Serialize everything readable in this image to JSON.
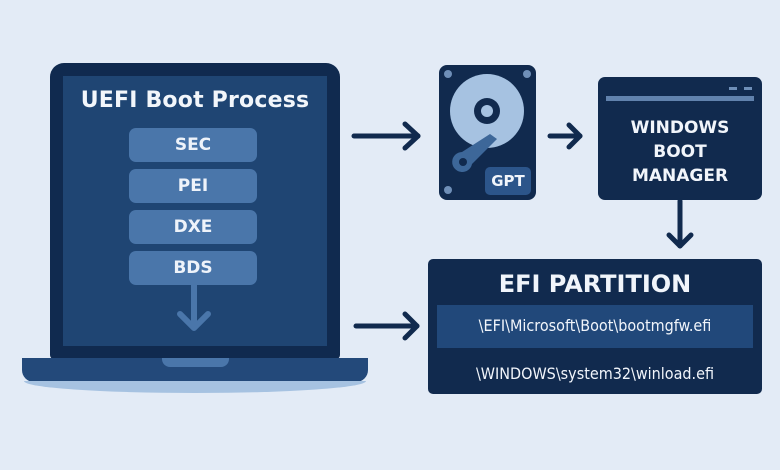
{
  "laptop": {
    "title": "UEFI Boot Process",
    "stages": [
      "SEC",
      "PEI",
      "DXE",
      "BDS"
    ]
  },
  "disk": {
    "label": "GPT",
    "icon": "hard-disk-icon"
  },
  "boot_manager": {
    "lines": [
      "WINDOWS",
      "BOOT",
      "MANAGER"
    ]
  },
  "efi_partition": {
    "title": "EFI PARTITION",
    "paths": [
      "\\EFI\\Microsoft\\Boot\\bootmgfw.efi",
      "\\WINDOWS\\system32\\winload.efi"
    ]
  },
  "colors": {
    "background": "#e3ebf6",
    "navy": "#112a4e",
    "screen": "#1f4573",
    "accent": "#4a76aa",
    "light": "#a6c2e1"
  }
}
